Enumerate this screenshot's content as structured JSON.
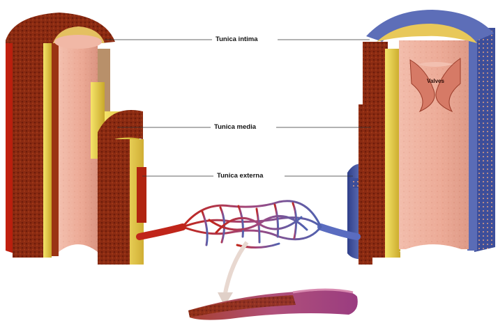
{
  "labels": {
    "tunica_intima": "Tunica intima",
    "tunica_media": "Tunica media",
    "tunica_externa": "Tunica externa",
    "valves": "Valves"
  },
  "colors": {
    "artery_red": "#b8200f",
    "muscle_brown": "#8a2a10",
    "elastic_yellow": "#e8d040",
    "endothelium_pink": "#f0b0a0",
    "vein_blue": "#3f4f9e",
    "capillary_purple": "#a04880"
  }
}
